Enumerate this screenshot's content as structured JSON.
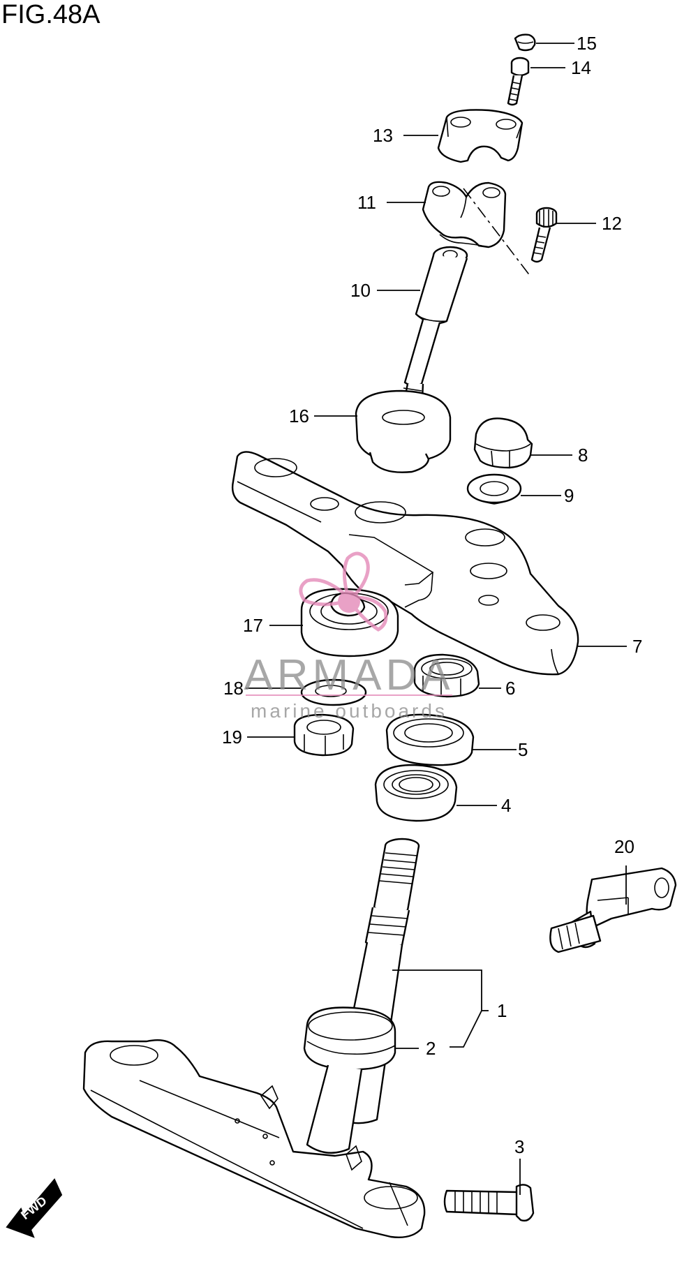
{
  "figure": {
    "title": "FIG.48A"
  },
  "callouts": {
    "c1": "1",
    "c2": "2",
    "c3": "3",
    "c4": "4",
    "c5": "5",
    "c6": "6",
    "c7": "7",
    "c8": "8",
    "c9": "9",
    "c10": "10",
    "c11": "11",
    "c12": "12",
    "c13": "13",
    "c14": "14",
    "c15": "15",
    "c16": "16",
    "c17": "17",
    "c18": "18",
    "c19": "19",
    "c20": "20"
  },
  "forward_indicator": {
    "label": "FWD"
  },
  "watermark": {
    "brand": "ARMADA",
    "tagline": "marine outboards",
    "logo_color": "#e48ab8",
    "text_color": "#8a8a8a"
  }
}
